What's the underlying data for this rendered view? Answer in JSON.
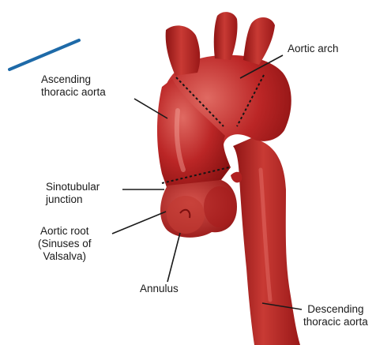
{
  "labels": {
    "aortic_arch": "Aortic arch",
    "ascending": [
      "Ascending",
      "thoracic aorta"
    ],
    "sinotubular": [
      "Sinotubular",
      "junction"
    ],
    "aortic_root": [
      "Aortic root",
      "(Sinuses of",
      "Valsalva)"
    ],
    "annulus": "Annulus",
    "descending": [
      "Descending",
      "thoracic aorta"
    ]
  },
  "colors": {
    "vessel_dark": "#8e1414",
    "vessel_mid": "#b72222",
    "vessel_light": "#dc5a52",
    "leader_line": "#1a1a1a",
    "blue_stroke": "#1e6aa8"
  }
}
